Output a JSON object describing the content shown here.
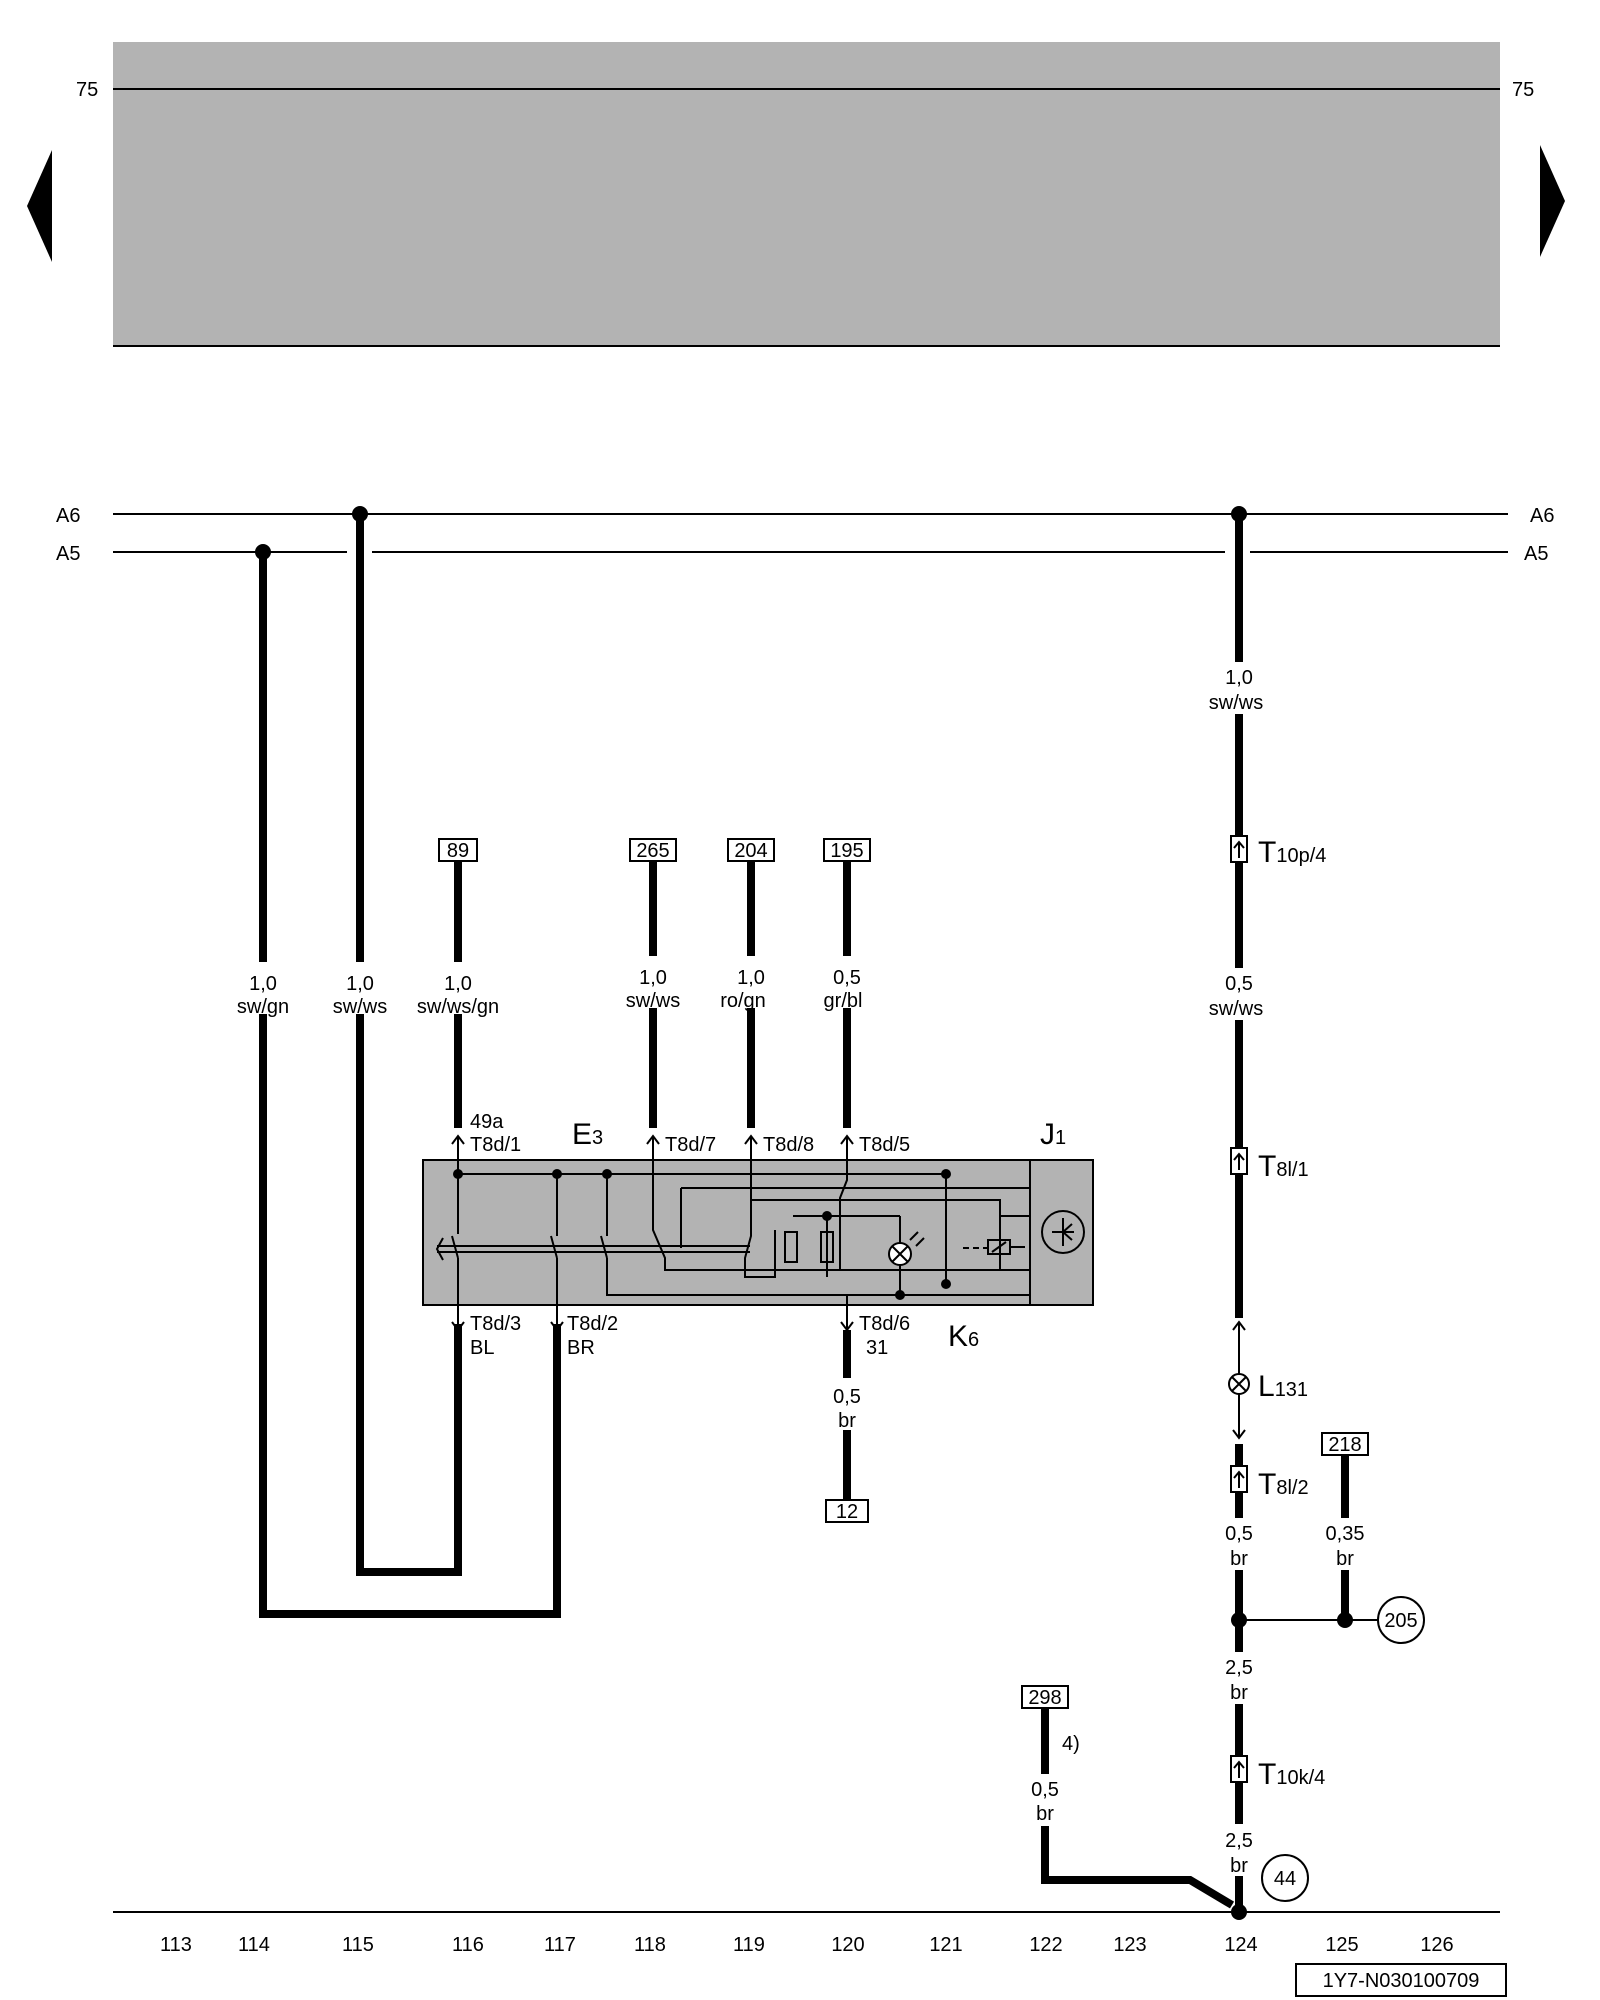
{
  "header": {
    "page_ref_left": "75",
    "page_ref_right": "75",
    "shade_color": "#b3b3b3"
  },
  "busbars": {
    "a6": "A6",
    "a5": "A5"
  },
  "wires": {
    "w114": {
      "size": "1,0",
      "color": "sw/gn"
    },
    "w115": {
      "size": "1,0",
      "color": "sw/ws"
    },
    "w116": {
      "size": "1,0",
      "color": "sw/ws/gn"
    },
    "w118": {
      "size": "1,0",
      "color": "sw/ws"
    },
    "w119": {
      "size": "1,0",
      "color": "ro/gn"
    },
    "w120_top": {
      "size": "0,5",
      "color": "gr/bl"
    },
    "w120_bot": {
      "size": "0,5",
      "color": "br"
    },
    "w124_a": {
      "size": "1,0",
      "color": "sw/ws"
    },
    "w124_b": {
      "size": "0,5",
      "color": "sw/ws"
    },
    "w124_c": {
      "size": "0,5",
      "color": "br"
    },
    "w124_d": {
      "size": "2,5",
      "color": "br"
    },
    "w124_e": {
      "size": "2,5",
      "color": "br"
    },
    "w125": {
      "size": "0,35",
      "color": "br"
    },
    "w122": {
      "size": "0,5",
      "color": "br"
    }
  },
  "refs": {
    "r89": "89",
    "r265": "265",
    "r204": "204",
    "r195": "195",
    "r12": "12",
    "r218": "218",
    "r298": "298"
  },
  "terminals": {
    "t49a": "49a",
    "t8d1": "T8d/1",
    "t8d7": "T8d/7",
    "t8d8": "T8d/8",
    "t8d5": "T8d/5",
    "t8d3": "T8d/3",
    "t8d2": "T8d/2",
    "t8d6": "T8d/6",
    "bl": "BL",
    "br_pin": "BR",
    "t31": "31"
  },
  "components": {
    "e3_main": "E",
    "e3_sub": "3",
    "j1_main": "J",
    "j1_sub": "1",
    "k6_main": "K",
    "k6_sub": "6",
    "l131_main": "L",
    "l131_sub": "131",
    "t10p_main": "T",
    "t10p_sub": "10p/4",
    "t8l1_main": "T",
    "t8l1_sub": "8l/1",
    "t8l2_main": "T",
    "t8l2_sub": "8l/2",
    "t10k_main": "T",
    "t10k_sub": "10k/4"
  },
  "grounds": {
    "g205": "205",
    "g44": "44"
  },
  "footnote": "4)",
  "columns": [
    "113",
    "114",
    "115",
    "116",
    "117",
    "118",
    "119",
    "120",
    "121",
    "122",
    "123",
    "124",
    "125",
    "126"
  ],
  "diagram_id": "1Y7-N030100709"
}
